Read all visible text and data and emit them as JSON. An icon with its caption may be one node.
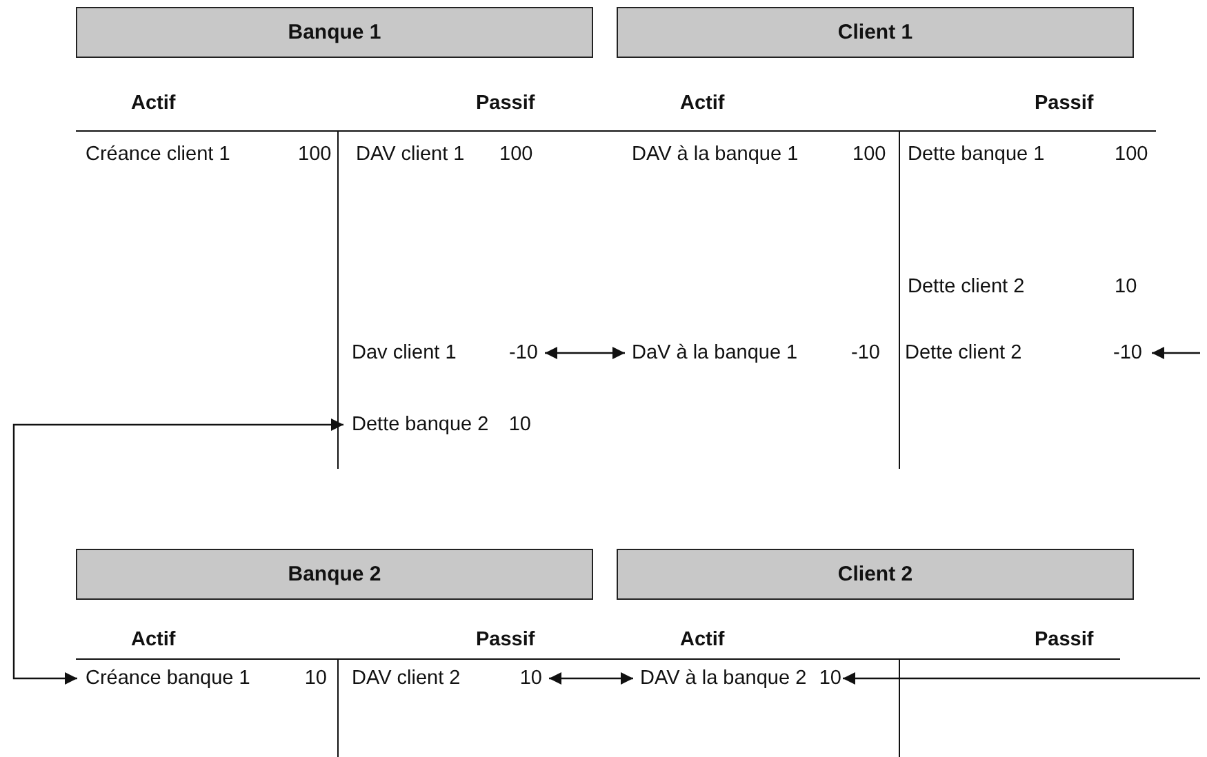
{
  "diagram": {
    "nodes": [
      {
        "text": [
          "Banque 1"
        ]
      },
      {
        "text": [
          "Client 1"
        ]
      },
      {
        "text": [
          "Dav client 1",
          "-10"
        ]
      },
      {
        "text": [
          "DaV à la banque 1",
          "-10"
        ]
      },
      {
        "text": [
          "Dette client 2",
          "-10"
        ]
      },
      {
        "text": [
          "Dette banque 2",
          "10"
        ]
      },
      {
        "text": [
          "Banque 2"
        ]
      },
      {
        "text": [
          "Client 2"
        ]
      },
      {
        "text": [
          "Créance banque 1",
          "10"
        ]
      },
      {
        "text": [
          "DAV client 2",
          "10"
        ]
      },
      {
        "text": [
          "DAV à la banque 2",
          "10"
        ]
      }
    ],
    "edges": [
      {
        "from": 2,
        "to": 3,
        "arrow": "both"
      },
      {
        "from": null,
        "to": 4,
        "arrow": "to"
      },
      {
        "from": 5,
        "to": 8,
        "arrow": "both"
      },
      {
        "from": 9,
        "to": 10,
        "arrow": "both"
      },
      {
        "from": null,
        "to": 10,
        "arrow": "to"
      }
    ],
    "labels": [
      "Actif",
      "Passif",
      "Actif",
      "Passif",
      "Créance client 1",
      "100",
      "DAV client 1",
      "100",
      "DAV à la banque 1",
      "100",
      "Dette banque 1",
      "100",
      "Dette client 2",
      "10",
      "Actif",
      "Passif",
      "Actif",
      "Passif"
    ]
  }
}
